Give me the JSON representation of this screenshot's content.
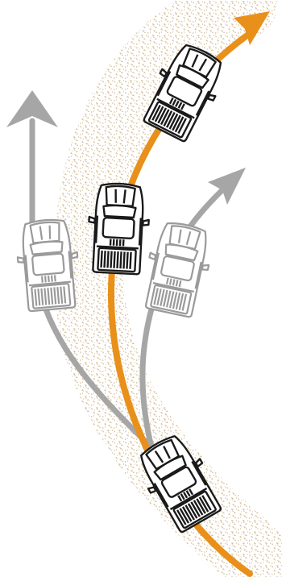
{
  "diagram": {
    "colors": {
      "background": "#ffffff",
      "dirt": "#d8c2a0",
      "dirt_dark": "#c9aa7c",
      "chosen_path": "#e8901a",
      "alt_path": "#a6a6a6",
      "truck_outline_active": "#1a1a1a",
      "truck_outline_ghost": "#8f8f8f",
      "truck_fill": "#ffffff"
    },
    "paths": [
      {
        "id": "chosen",
        "style": "orange",
        "label": ""
      },
      {
        "id": "straight",
        "style": "gray",
        "label": ""
      },
      {
        "id": "right",
        "style": "gray",
        "label": ""
      }
    ],
    "trucks": [
      {
        "id": "start",
        "state": "active"
      },
      {
        "id": "middle",
        "state": "active"
      },
      {
        "id": "top",
        "state": "active"
      },
      {
        "id": "ghost-left",
        "state": "ghost"
      },
      {
        "id": "ghost-right",
        "state": "ghost"
      }
    ],
    "icons": [
      "pickup-truck-icon",
      "arrow-head-icon"
    ]
  }
}
